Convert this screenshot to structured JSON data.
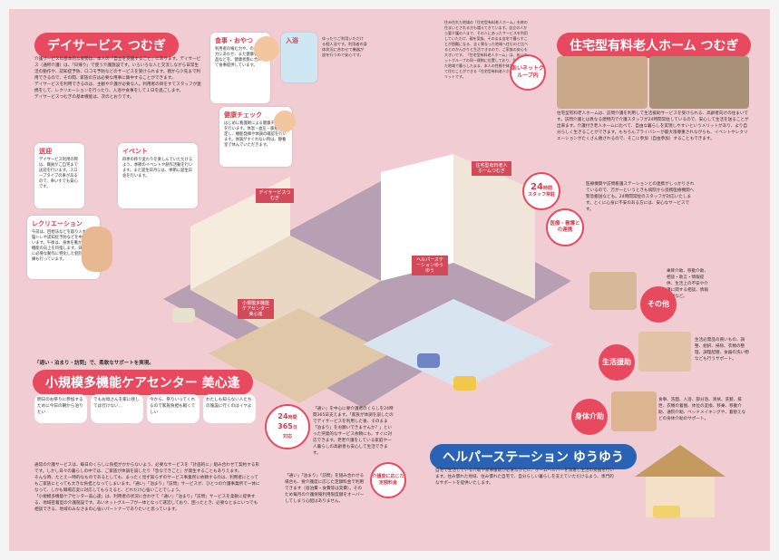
{
  "dayservice": {
    "title": "デイサービス つむぎ",
    "body": "介護サービスの基本的な姿勢は、本人の「自立を支援すること」にあります。デイサービス（通所介護）は、「日帰り」で使う介護施設です。いろいろな人と交流しながら日常生活の動作や、認知症予防、ロコモ予防などのサービスを受けられます。親から少先まで利用できるので、その間、家族の方は必要な用事に集中することができます。\nデイサービスを利用できるのは、主観や介護が必要な人。利用者の目をすてスタッフが連携をして、レクリエーションを行ったり、入浴や食事をして１日を過ごします。\nデイサービスつむぎの基本機能は、次のとおりです。",
    "cards": [
      {
        "title": "食事・おやつ",
        "text": "利用者の噛む力や、のみこむ力にあわせ、また健康管や食品などを、健康状態に合わせて食事提供しています。"
      },
      {
        "title": "入浴",
        "text": "ゆったりご利用いただける個人浴です。利用者の身体状況に合わせて機器が設を行うので安心です。"
      },
      {
        "title": "健康チェック",
        "text": "はじめに看護師による健康チェックを行います。体温・血圧・脈拍を測定し、機能発揮や体調の確認を行います。体調がすぐれない時は、静養室で休んでいただきます。"
      },
      {
        "title": "送迎",
        "text": "デイサービス利用の際は、職員がご自宅まで送迎を行います。スロープタイプの車があるので、車いすでも安心です。"
      },
      {
        "title": "イベント",
        "text": "四季の移り変わりを楽しんでいただけるよう、季節のイベントや創作活動を行います。また誕生日月には、季節に誕生日会を行います。"
      },
      {
        "title": "レクリエーション",
        "text": "午前は、回想法などを取り入れた、脳トレや認知症予防などを中心に行います。午後は、身体を動かし身体機能の向上を目指します。日常生活に必要な動作に特化した個別機能訓練も行っています。"
      }
    ]
  },
  "tag_line": "「通い・泊まり・訪問」で、柔軟なサポートを実現。",
  "smallscale": {
    "title": "小規模多機能ケアセンター 美心逢",
    "comics": [
      "明日のお祭りに参加するために今日の朝から泊りたい",
      "でもお母さんを家に残しては行けない…",
      "今から、祭りいってくれるので家族負担も軽くてしい",
      "わたしも知らない人たちの施設に行くのはイヤよ"
    ],
    "body": "通常の介護サービスは、毎日のくらしに負担がかからないよう、必要なサービスを「計画的に」組み合わせて契約する形です。しかし日々の暮らしの中では、ご家族が体調を崩したり「急なできごと」が発生することもありえます。\nそんな時、たとえ一時的なものであるとしても、まったく見ず知らずのサービス事業所に依頼するのは、利用者にとってもご家族にとっても大きな負担となってしまいます。「通い」「泊まり」「訪問」サービスが、ひとつの介護事業所で一体になって、しかも職場応変に対応してもらえると、どれだけ心強いことでしょう。\n「小規模多機能ケアセンター美心逢」は、利用者の状況に合わせて「通い」「泊まり」「訪問」サービスを柔軟に提供する、地域密着型の介護施設です。あいネットグループが一体となって運営しており、困ったとき、必要なとまにいつでも相談できる、地域のみなさまの心強いパートナーでありたいと思っています。",
    "hours_num": "24",
    "hours_unit": "時間",
    "days_num": "365",
    "days_unit": "日",
    "hours_note": "対応",
    "hours_text": "「通い」を中心に要介護者のくらしを24時間365日支えます。「家族が体調を崩したのでデイサービスを利用した後、そのまま「泊まり」をお願いできませんか？」といった突発的なサービス依頼にも、すぐに対応できます。老老介護をしている家庭や一人暮らしの高齢者も安心して生活できます。",
    "fee_text": "「通い」「泊まり」「訪問」を組み合わせる場合も、要介護度に応じた定額料金で利用できます（宿泊費・食費等は実費）。そのため毎月の介護保険利用限度額をオーバーしてしまう心配はありません。",
    "fee_bubble": "介護度に応じた定額料金"
  },
  "nursing": {
    "title": "住宅型有料老人ホーム つむぎ",
    "group_text": "住み住れた地域の「住宅型有料老人ホーム」を終の住まいとされる方も増えてきています。自立の人から要介護の人まで、その人にあったサービスを利用していただけ、親を案族、そのまま自宅で暮らすことが困難になる、全く異なった地域へ住むのと比べるとのかんびりと生活できるので、ご家族の安心も大きいです。「住宅型有料老人ホーム」は、あいネットグループの同一建物に位置しており、住み住れた地域で暮らしたまま、本人の性格や体力に合わせて住むことができる「住宅型有料老人ホーム」のメリットです。",
    "group_bubble": "あいネットグループ内",
    "body": "住宅型有料老人ホームは、訪問介護を利用して生活援助サービスを受けられる、高齢者向けの住まいです。訪問介護とは異なる建物内で介護スタッフが24時間常駐しているので、安心して生活を送ることが出来ます。介護付き老人ホームに比べて、自由な暮らしを実現しやすいというメリットがあり、より自分らしく生きることができます。もちろんプライバシーが最大限尊重されながらも、イベントやレクリエーションがたくさん催されるので、そこに参加（自由参加）することもできます。",
    "staff_num": "24",
    "staff_unit": "時間",
    "staff_label": "スタッフ常駐",
    "medical_bubble": "医療・看護との連携",
    "medical_text": "医療機関や訪問看護ステーションとの連携がしっかりされているので、万が一というときも病院から提携医療機関へ緊急搬送なども。24時間常駐のスタッフが対応いたします。とくに心身に不安のある方には、安心なサービスです。"
  },
  "helper": {
    "title": "ヘルパーステーション ゆうゆう",
    "body": "自宅で生活している介助や家事援助が必要なかたに、ホームヘルパーを派遣し生活の支援を行います。住み慣れた地域、住み慣れた自宅で、自分らしい暮らしを支えていただけるよう、専門的なサポートを提供いたします。",
    "services": [
      {
        "bubble": "その他",
        "text": "乗降介助、移動介助、相談・助言・情報提供、生活上の不安や介護に関する相談、情報提供など。"
      },
      {
        "bubble": "生活援助",
        "text": "生活必需品の買いもの、調整、組択、掃除、衣類の整理、調理配膳、食器の洗い物なども行うサポート。"
      },
      {
        "bubble": "身体介助",
        "text": "食事、洗面、入浴、部分浴、清拭、洗髪、排泄、衣類の着脱、体位の変換、移乗、移動介助、通院介助、ベッドメイキングや、着替えなどの身体介助のサポート。"
      }
    ]
  },
  "map_labels": {
    "dayservice": "デイサービスつむぎ",
    "nursing": "住宅型有料老人ホームつむぎ",
    "helper": "ヘルパーステーションゆうゆう",
    "smallscale": "小規模多機能ケアセンター美心逢"
  }
}
